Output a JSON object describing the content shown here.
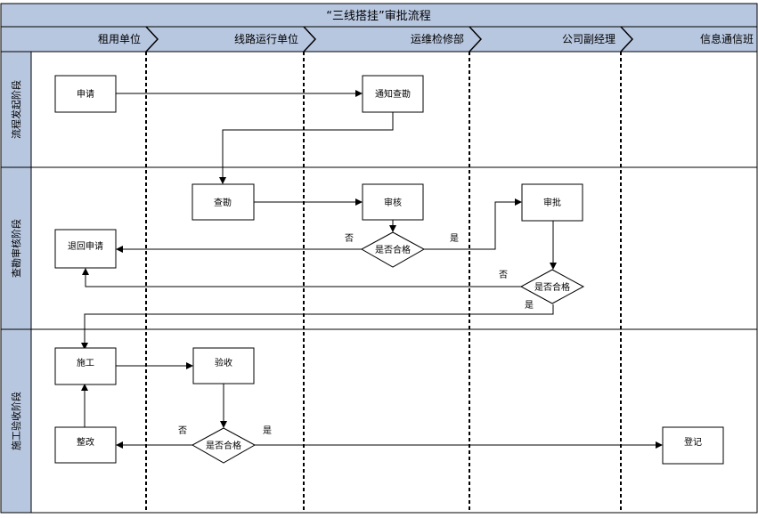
{
  "title": "“三线搭挂”审批流程",
  "colors": {
    "band": "#b8c7e0",
    "line": "#000000",
    "node_fill": "#ffffff"
  },
  "lanes": [
    "租用单位",
    "线路运行单位",
    "运维检修部",
    "公司副经理",
    "信息通信班"
  ],
  "phases": [
    "流程发起阶段",
    "查勘审核阶段",
    "施工验收阶段"
  ],
  "nodes": {
    "apply": "申请",
    "notify": "通知查勘",
    "survey": "查勘",
    "review": "审核",
    "decision1": "是否合格",
    "approve": "审批",
    "return": "退回申请",
    "decision2": "是否合格",
    "construct": "施工",
    "accept": "验收",
    "decision3": "是否合格",
    "rectify": "整改",
    "register": "登记"
  },
  "edge_labels": {
    "d1_no": "否",
    "d1_yes": "是",
    "d2_no": "否",
    "d2_yes": "是",
    "d3_no": "否",
    "d3_yes": "是"
  }
}
